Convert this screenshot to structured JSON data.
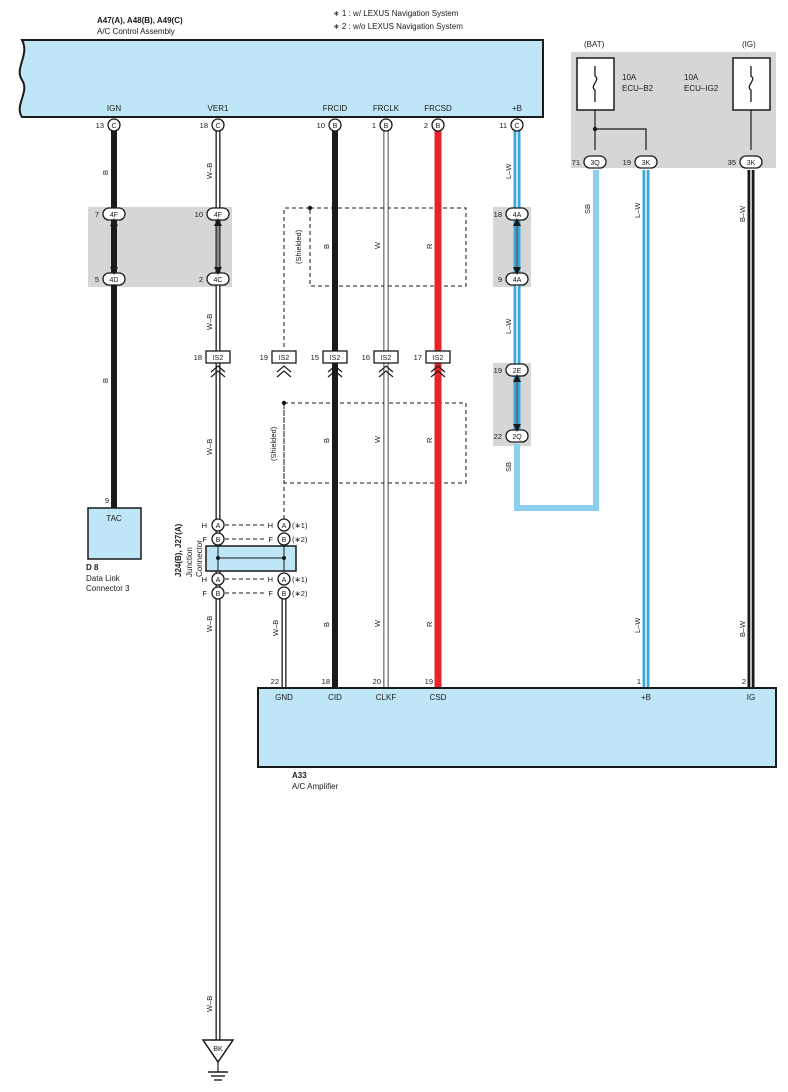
{
  "notes": [
    "∗ 1 : w/ LEXUS Navigation System",
    "∗ 2 : w/o LEXUS Navigation System"
  ],
  "control_assembly": {
    "code": "A47(A), A48(B), A49(C)",
    "name": "A/C Control Assembly",
    "terminals": [
      {
        "label": "IGN",
        "pin": "13",
        "conn": "C"
      },
      {
        "label": "VER1",
        "pin": "18",
        "conn": "C"
      },
      {
        "label": "FRCID",
        "pin": "10",
        "conn": "B"
      },
      {
        "label": "FRCLK",
        "pin": "1",
        "conn": "B"
      },
      {
        "label": "FRCSD",
        "pin": "2",
        "conn": "B"
      },
      {
        "label": "+B",
        "pin": "11",
        "conn": "C"
      }
    ]
  },
  "fuse_box": {
    "fuses": [
      {
        "source": "(BAT)",
        "rating": "10A",
        "name": "ECU–B2"
      },
      {
        "source": "(IG)",
        "rating": "10A",
        "name": "ECU–IG2"
      }
    ],
    "pins": [
      {
        "pin": "71",
        "conn": "3Q"
      },
      {
        "pin": "19",
        "conn": "3K"
      },
      {
        "pin": "35",
        "conn": "3K"
      }
    ]
  },
  "wire_colors": {
    "ign": "B",
    "ver1": "W–B",
    "frcid": "B",
    "frclk": "W",
    "frcsd": "R",
    "plusb_ctrl": "L–W",
    "bat_sb": "SB",
    "bat_lw": "L–W",
    "ig_bw": "B–W",
    "gnd_wb": "W–B"
  },
  "shielded": "(Shielded)",
  "inline_connectors": {
    "left_top": [
      {
        "pin": "7",
        "conn": "4F"
      },
      {
        "pin": "10",
        "conn": "4F"
      }
    ],
    "left_bottom": [
      {
        "pin": "5",
        "conn": "4D"
      },
      {
        "pin": "2",
        "conn": "4C"
      }
    ],
    "right_4a": [
      {
        "pin": "18",
        "conn": "4A"
      },
      {
        "pin": "9",
        "conn": "4A"
      }
    ],
    "right_2e2q": [
      {
        "pin": "19",
        "conn": "2E"
      },
      {
        "pin": "22",
        "conn": "2Q"
      }
    ],
    "is2": [
      {
        "pin": "18",
        "conn": "IS2"
      },
      {
        "pin": "19",
        "conn": "IS2"
      },
      {
        "pin": "15",
        "conn": "IS2"
      },
      {
        "pin": "16",
        "conn": "IS2"
      },
      {
        "pin": "17",
        "conn": "IS2"
      }
    ]
  },
  "dlc": {
    "pin": "9",
    "terminal": "TAC",
    "code": "D 8",
    "name_line1": "Data Link",
    "name_line2": "Connector 3"
  },
  "junction": {
    "code": "J24(B), J27(A)",
    "name_line1": "Junction",
    "name_line2": "Connector",
    "pins": [
      {
        "letter": "H",
        "conn": "A",
        "note": "(∗1)"
      },
      {
        "letter": "F",
        "conn": "B",
        "note": "(∗2)"
      },
      {
        "letter": "H",
        "conn": "A",
        "note": "(∗1)"
      },
      {
        "letter": "F",
        "conn": "B",
        "note": "(∗2)"
      }
    ]
  },
  "amplifier": {
    "code": "A33",
    "name": "A/C Amplifier",
    "terminals": [
      {
        "label": "GND",
        "pin": "22"
      },
      {
        "label": "CID",
        "pin": "18"
      },
      {
        "label": "CLKF",
        "pin": "20"
      },
      {
        "label": "CSD",
        "pin": "19"
      },
      {
        "label": "+B",
        "pin": "1"
      },
      {
        "label": "IG",
        "pin": "2"
      }
    ]
  },
  "ground": {
    "label": "BK"
  },
  "colors": {
    "component_fill": "#bfe6f7",
    "connector_zone": "#d6d6d6",
    "wire_black": "#1a1a1a",
    "wire_red": "#e8242b",
    "wire_blue": "#3aa8df",
    "wire_sky": "#8ccff0"
  }
}
